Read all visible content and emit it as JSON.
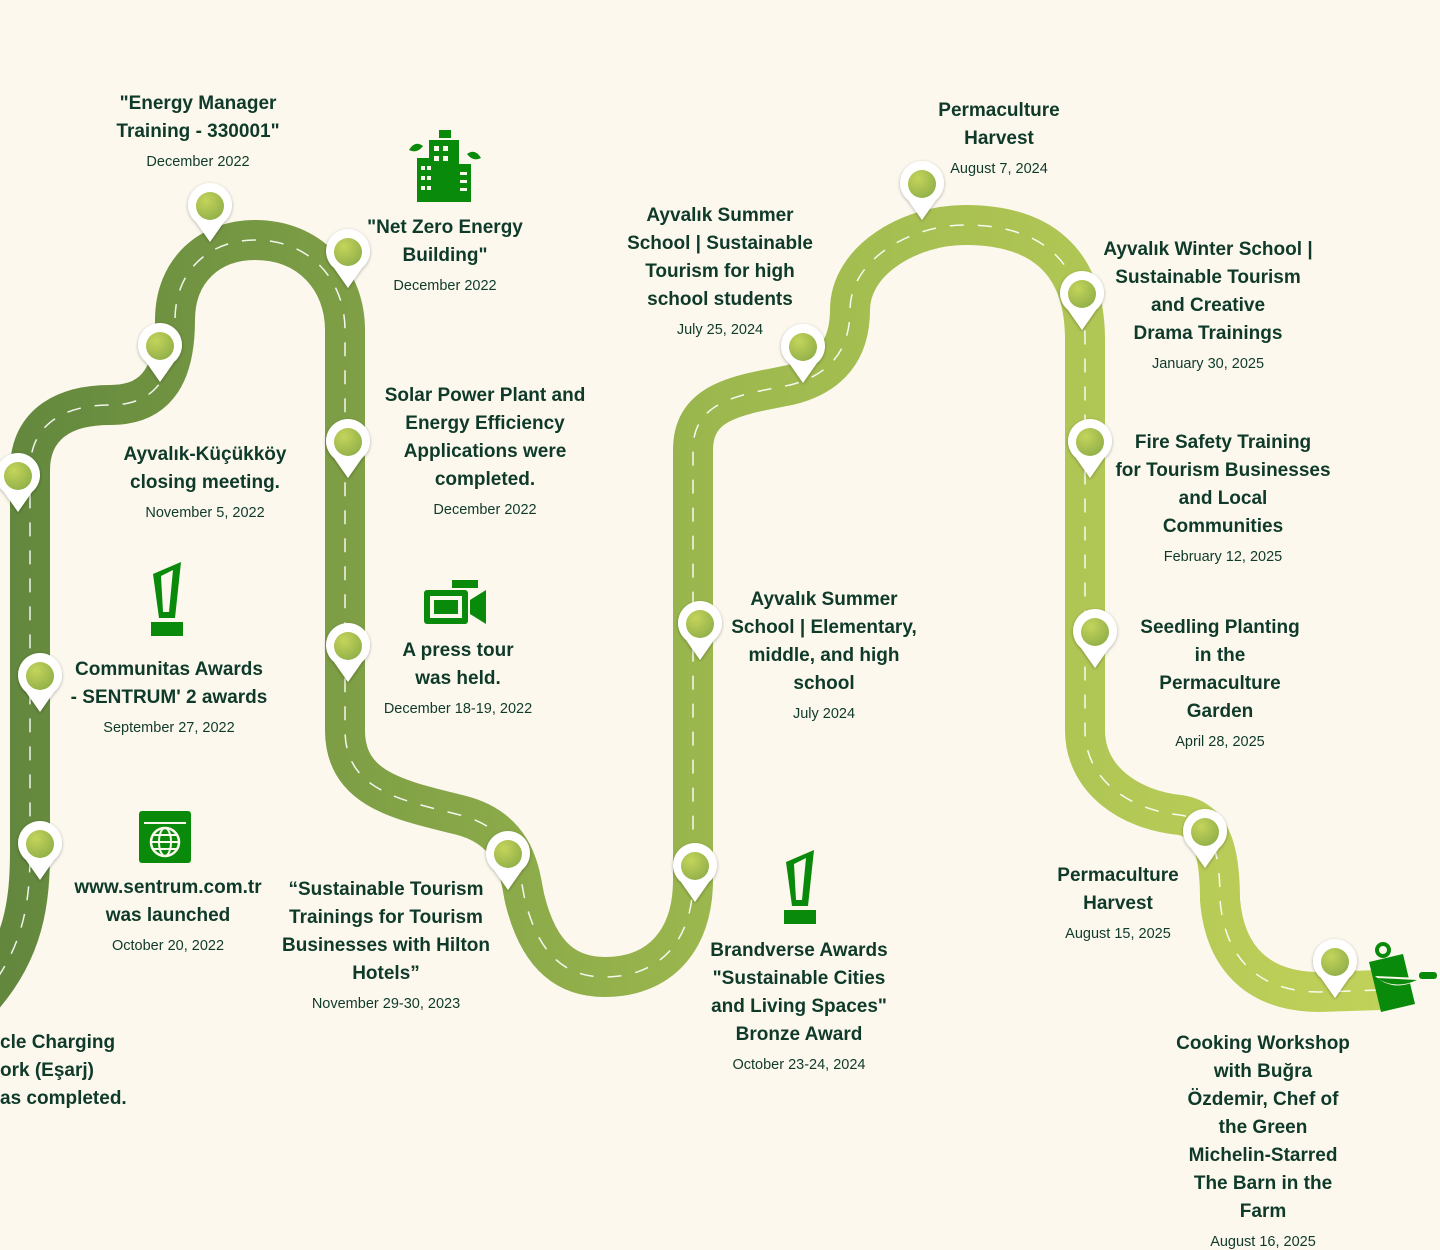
{
  "colors": {
    "background": "#fcf8ee",
    "road_start": "#62873d",
    "road_end": "#c2d25a",
    "text": "#0f3a2a",
    "icon": "#0a8a0a"
  },
  "events": [
    {
      "title": "\"Energy Manager\nTraining - 330001\"",
      "date": "December 2022"
    },
    {
      "title": "\"Net Zero Energy\nBuilding\"",
      "date": "December 2022"
    },
    {
      "title": "Ayvalık-Küçükköy\nclosing meeting.",
      "date": "November 5, 2022"
    },
    {
      "title": "Solar Power Plant and\nEnergy Efficiency\nApplications were\ncompleted.",
      "date": "December 2022"
    },
    {
      "title": "Communitas Awards\n- SENTRUM' 2 awards",
      "date": "September 27, 2022"
    },
    {
      "title": "A press tour\nwas held.",
      "date": "December 18-19, 2022"
    },
    {
      "title": "www.sentrum.com.tr\nwas launched",
      "date": "October 20, 2022"
    },
    {
      "title": "“Sustainable Tourism\nTrainings for Tourism\nBusinesses with Hilton\nHotels”",
      "date": "November 29-30, 2023"
    },
    {
      "title": "cle Charging\nork (Eşarj)\nas completed.",
      "date": ""
    },
    {
      "title": "Ayvalık Summer\nSchool | Sustainable\nTourism for high\nschool students",
      "date": "July 25, 2024"
    },
    {
      "title": "Ayvalık Summer\nSchool | Elementary,\nmiddle, and high\nschool",
      "date": "July 2024"
    },
    {
      "title": "Brandverse Awards\n\"Sustainable Cities\nand Living Spaces\"\nBronze Award",
      "date": "October 23-24, 2024"
    },
    {
      "title": "Permaculture\nHarvest",
      "date": "August 7, 2024"
    },
    {
      "title": "Ayvalık Winter School |\nSustainable Tourism\nand Creative\nDrama Trainings",
      "date": "January 30, 2025"
    },
    {
      "title": "Fire Safety Training\nfor Tourism Businesses\nand Local\nCommunities",
      "date": "February 12, 2025"
    },
    {
      "title": "Seedling Planting\nin the\nPermaculture\nGarden",
      "date": "April 28, 2025"
    },
    {
      "title": "Permaculture\nHarvest",
      "date": "August 15, 2025"
    },
    {
      "title": "Cooking Workshop with Buğra\nÖzdemir, Chef of the Green\nMichelin-Starred The Barn in the Farm",
      "date": "August 16, 2025"
    }
  ]
}
